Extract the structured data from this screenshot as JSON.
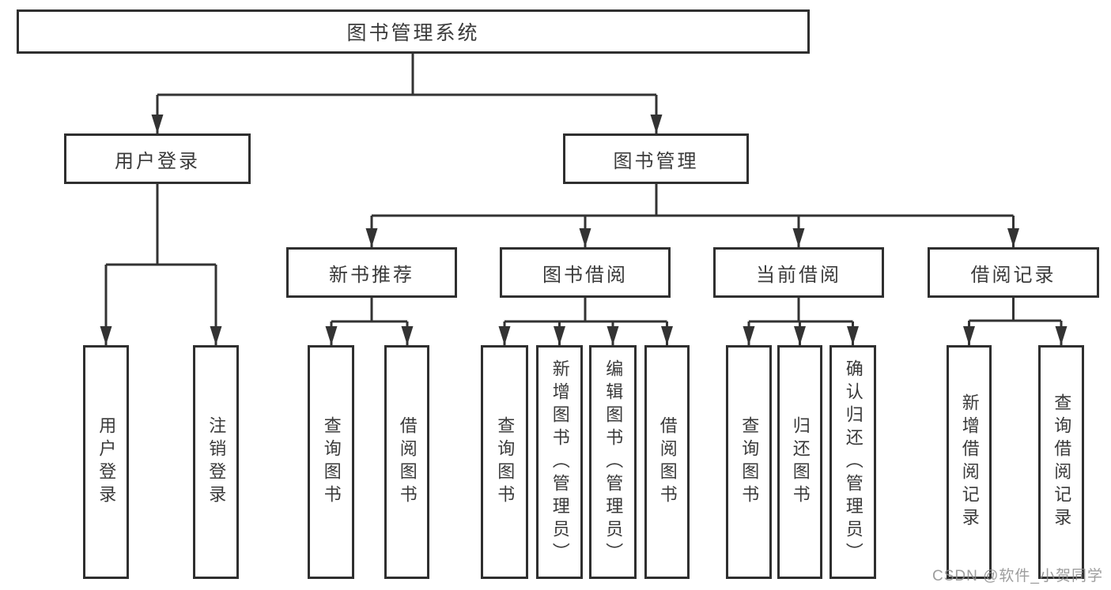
{
  "diagram": {
    "root_label": "图书管理系统",
    "branches": [
      {
        "label": "用户登录",
        "leaves": [
          "用户登录",
          "注销登录"
        ]
      },
      {
        "label": "图书管理",
        "children": [
          {
            "label": "新书推荐",
            "leaves": [
              "查询图书",
              "借阅图书"
            ]
          },
          {
            "label": "图书借阅",
            "leaves": [
              "查询图书",
              "新增图书（管理员）",
              "编辑图书（管理员）",
              "借阅图书"
            ]
          },
          {
            "label": "当前借阅",
            "leaves": [
              "查询图书",
              "归还图书",
              "确认归还（管理员）"
            ]
          },
          {
            "label": "借阅记录",
            "leaves": [
              "新增借阅记录",
              "查询借阅记录"
            ]
          }
        ]
      }
    ]
  },
  "watermark": "CSDN @软件_小贺同学",
  "colors": {
    "line": "#333333",
    "box_border": "#2f2f2f",
    "text": "#3a3a3a",
    "background": "#ffffff",
    "watermark_text": "#8c8c8c"
  }
}
